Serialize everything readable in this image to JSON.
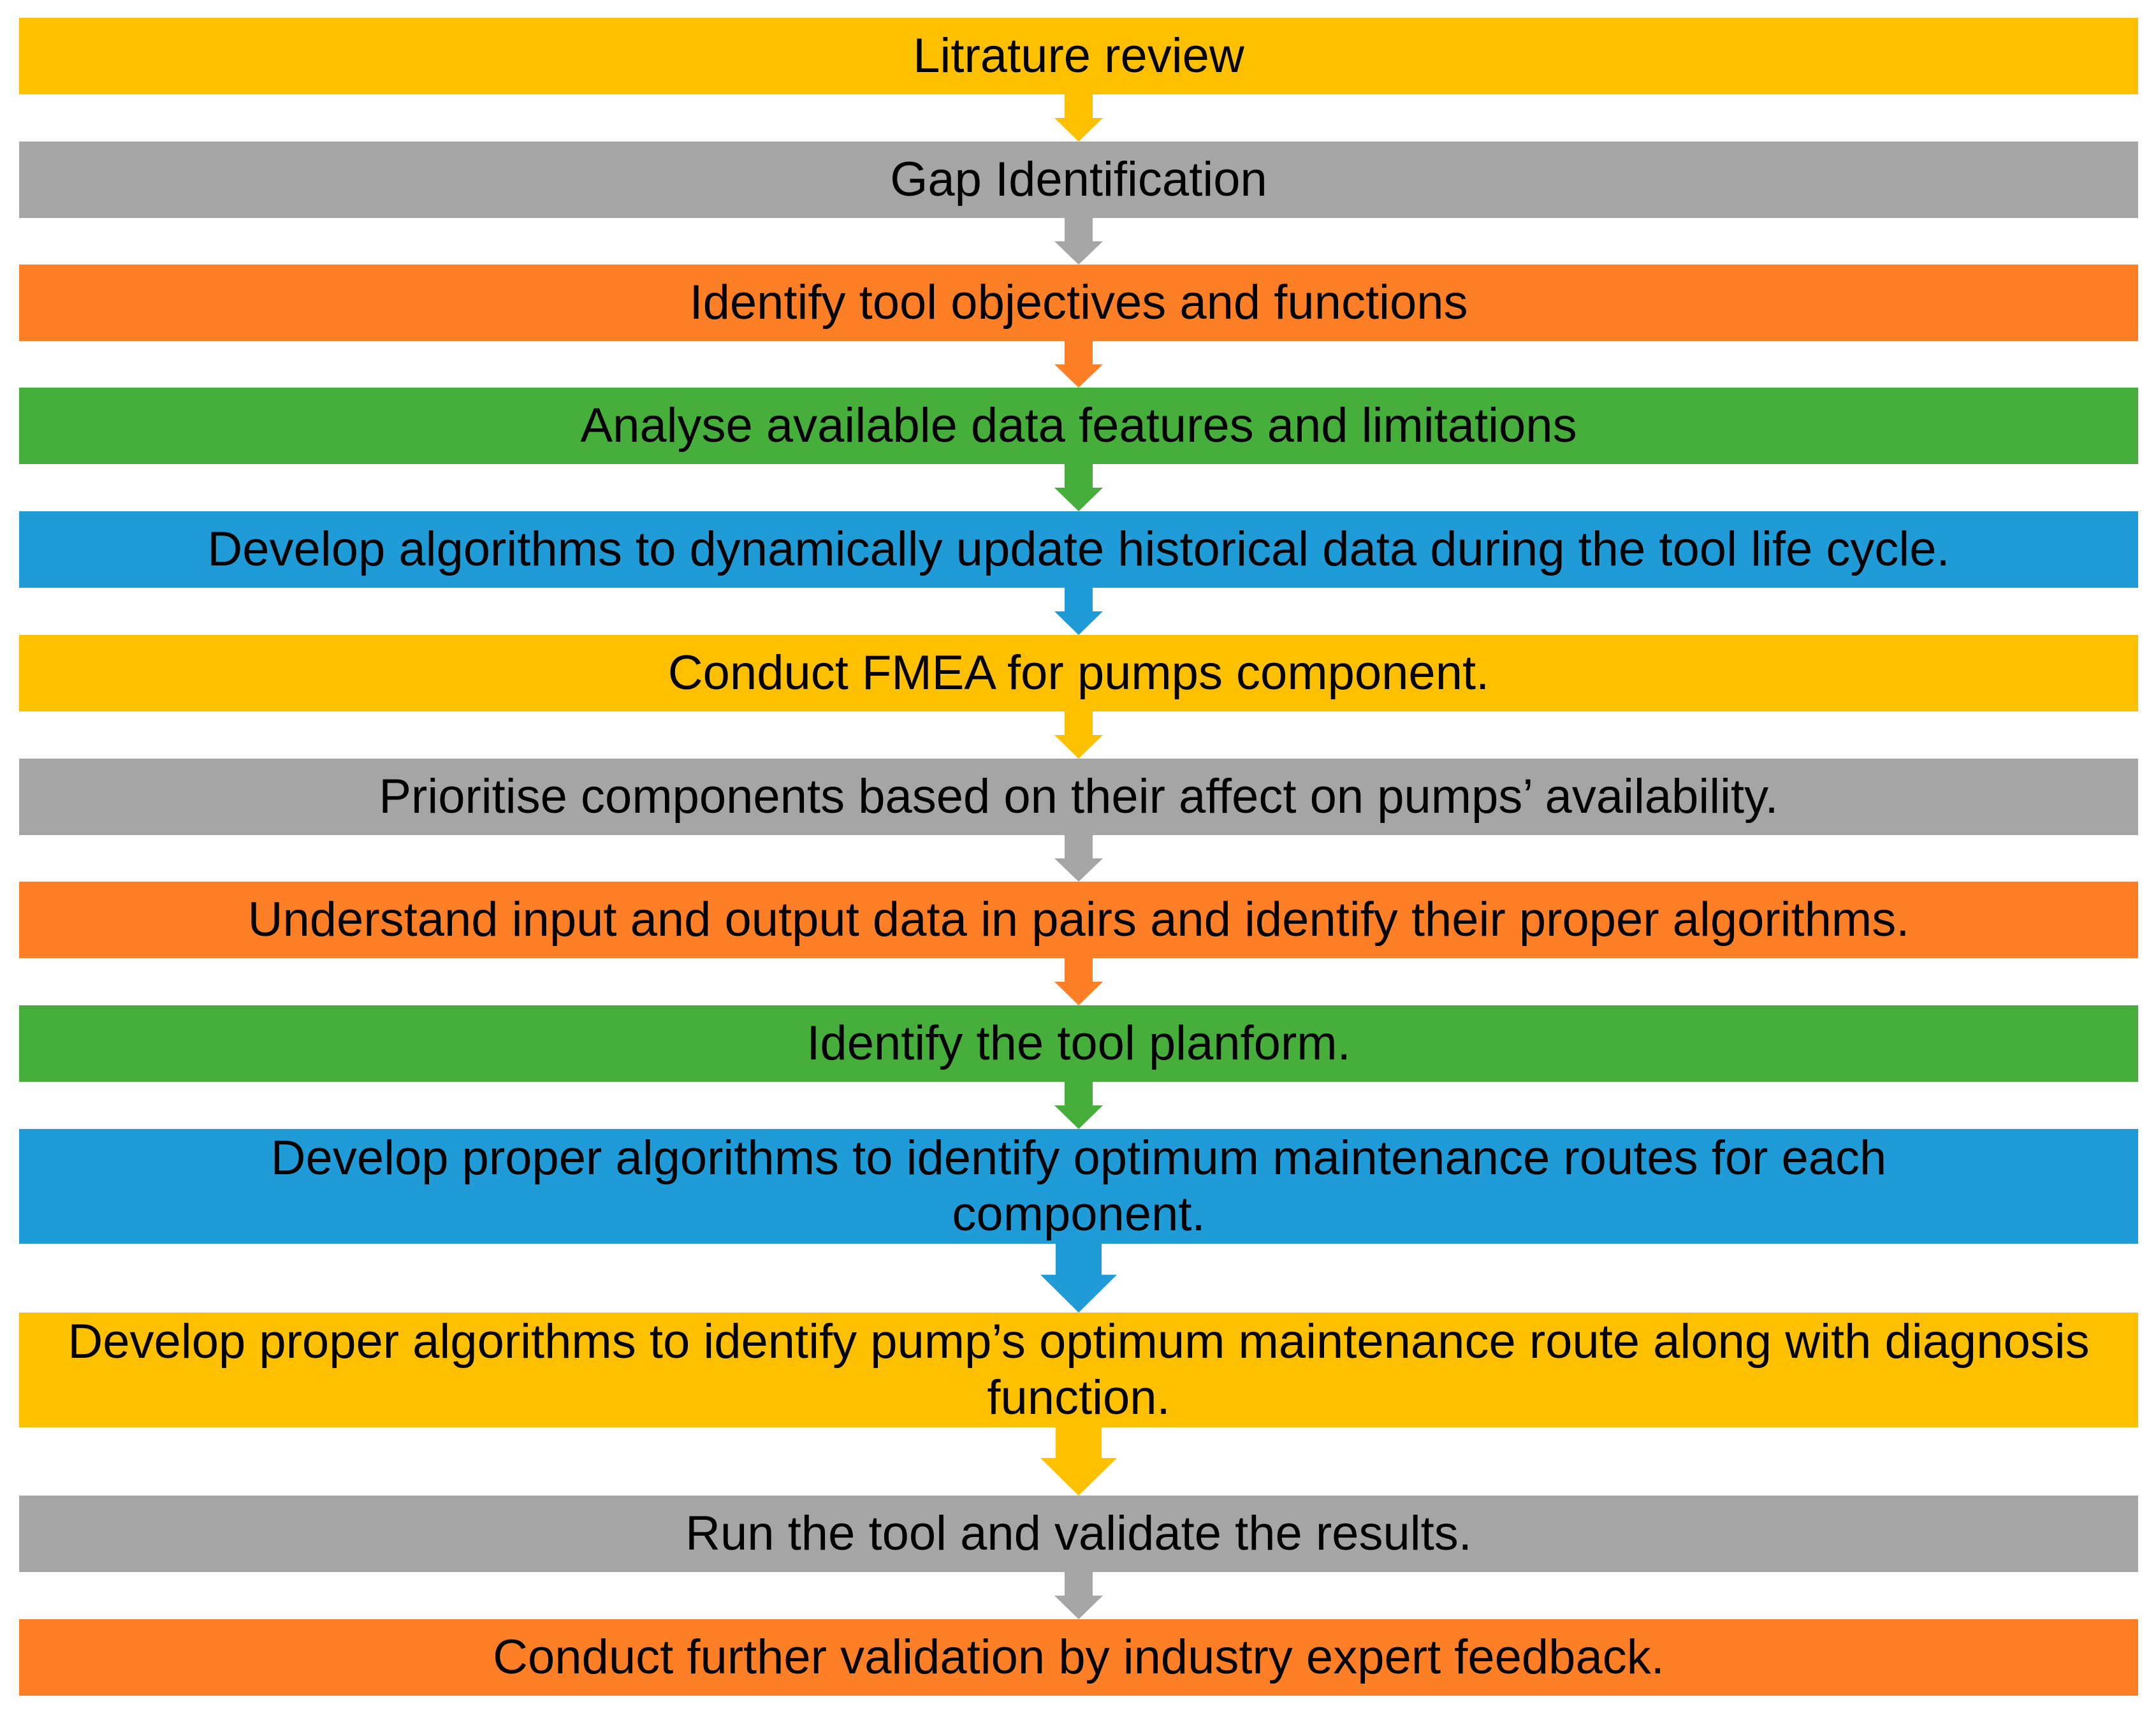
{
  "steps": [
    {
      "label": "Litrature review",
      "color": "#FFC000"
    },
    {
      "label": "Gap Identification",
      "color": "#A5A5A5"
    },
    {
      "label": "Identify tool objectives and functions",
      "color": "#FF7F27"
    },
    {
      "label": "Analyse available data features and limitations",
      "color": "#46AF3C"
    },
    {
      "label": "Develop algorithms to dynamically update historical data during the tool life cycle.",
      "color": "#1F9CD8"
    },
    {
      "label": "Conduct FMEA for pumps component.",
      "color": "#FFC000"
    },
    {
      "label": "Prioritise components based on their affect on pumps’ availability.",
      "color": "#A5A5A5"
    },
    {
      "label": "Understand input and output data in pairs and identify their proper algorithms.",
      "color": "#FF7F27"
    },
    {
      "label": "Identify the tool planform.",
      "color": "#46AF3C"
    },
    {
      "label": "Develop proper algorithms to identify optimum maintenance routes for each component.",
      "color": "#1F9CD8"
    },
    {
      "label": "Develop proper algorithms to identify pump’s optimum maintenance route along with diagnosis function.",
      "color": "#FFC000"
    },
    {
      "label": "Run the tool and validate the results.",
      "color": "#A5A5A5"
    },
    {
      "label": "Conduct further validation by industry expert feedback.",
      "color": "#FF7F27"
    }
  ]
}
